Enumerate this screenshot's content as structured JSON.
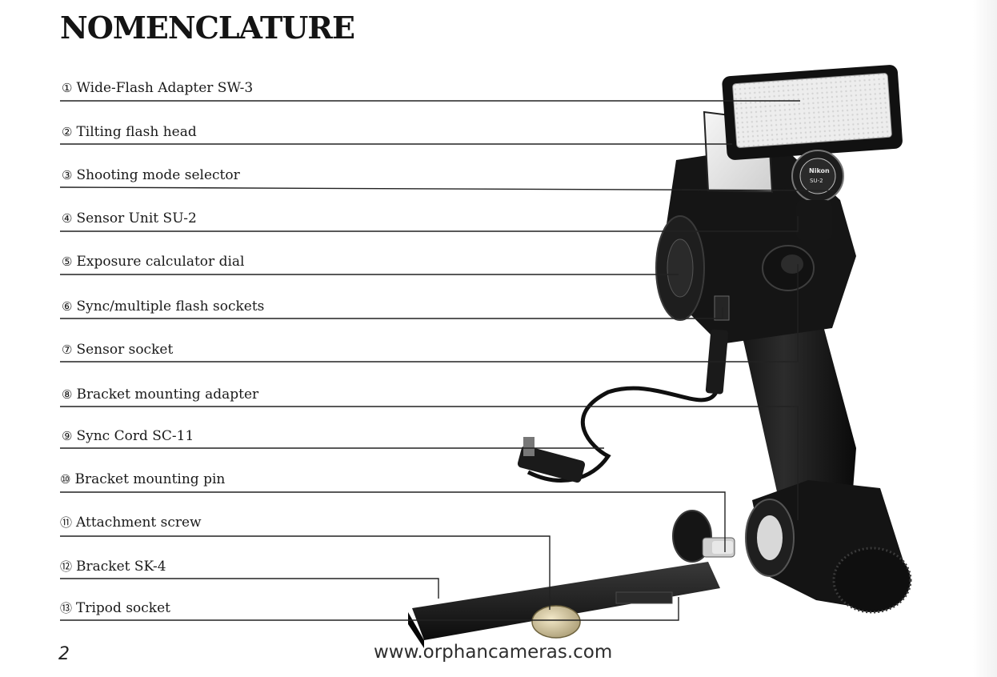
{
  "title": "NOMENCLATURE",
  "items": [
    {
      "num": "①",
      "label": "Wide-Flash Adapter SW-3"
    },
    {
      "num": "②",
      "label": "Tilting flash head"
    },
    {
      "num": "③",
      "label": "Shooting mode selector"
    },
    {
      "num": "④",
      "label": "Sensor Unit SU-2"
    },
    {
      "num": "⑤",
      "label": "Exposure calculator dial"
    },
    {
      "num": "⑥",
      "label": "Sync/multiple flash sockets"
    },
    {
      "num": "⑦",
      "label": "Sensor socket"
    },
    {
      "num": "⑧",
      "label": "Bracket mounting adapter"
    },
    {
      "num": "⑨",
      "label": "Sync Cord SC-11"
    },
    {
      "num": "⑩",
      "label": "Bracket mounting pin"
    },
    {
      "num": "⑪",
      "label": "Attachment screw"
    },
    {
      "num": "⑫",
      "label": "Bracket SK-4"
    },
    {
      "num": "⑬",
      "label": "Tripod socket"
    }
  ],
  "device_brand": "Nikon",
  "device_sensor_label": "SU-2",
  "page_number": "2",
  "watermark": "www.orphancameras.com"
}
